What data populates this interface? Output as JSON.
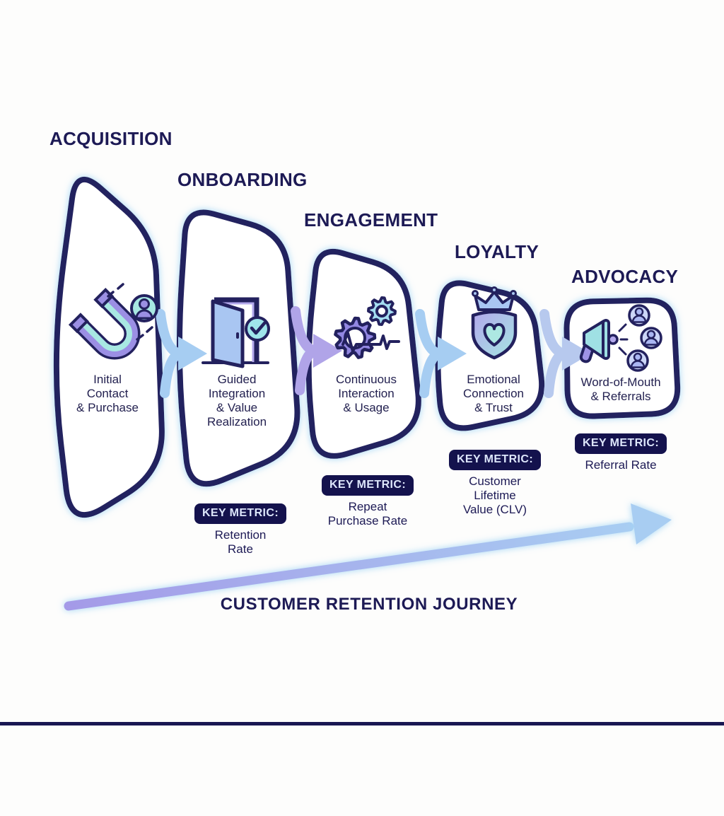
{
  "diagram": {
    "bottom_title": "CUSTOMER RETENTION JOURNEY"
  },
  "colors": {
    "navy_outline": "#23215e",
    "text_navy": "#1d1a55",
    "pill_background": "#14124d",
    "pill_text": "#dde6fb",
    "glow_blue": "#aadcf6",
    "arrow_blue": "#a6cdf2",
    "arrow_lavender": "#b0a4e8",
    "icon_purple": "#9b8fe4",
    "icon_teal": "#a8e8e2",
    "icon_light_blue": "#a9c6f2"
  },
  "stages": [
    {
      "title": "ACQUISITION",
      "icon": "magnet-attracting-customer-icon",
      "description": [
        "Initial",
        "Contact",
        "& Purchase"
      ]
    },
    {
      "title": "ONBOARDING",
      "icon": "open-door-check-icon",
      "description": [
        "Guided",
        "Integration",
        "& Value",
        "Realization"
      ],
      "metric_label": "KEY METRIC:",
      "metric_value": [
        "Retention",
        "Rate"
      ]
    },
    {
      "title": "ENGAGEMENT",
      "icon": "gears-pulse-icon",
      "description": [
        "Continuous",
        "Interaction",
        "& Usage"
      ],
      "metric_label": "KEY METRIC:",
      "metric_value": [
        "Repeat",
        "Purchase Rate"
      ]
    },
    {
      "title": "LOYALTY",
      "icon": "shield-heart-crown-icon",
      "description": [
        "Emotional",
        "Connection",
        "& Trust"
      ],
      "metric_label": "KEY METRIC:",
      "metric_value": [
        "Customer",
        "Lifetime",
        "Value (CLV)"
      ]
    },
    {
      "title": "ADVOCACY",
      "icon": "megaphone-referral-people-icon",
      "description": [
        "Word-of-Mouth",
        "& Referrals"
      ],
      "metric_label": "KEY METRIC:",
      "metric_value": [
        "Referral Rate"
      ]
    }
  ]
}
